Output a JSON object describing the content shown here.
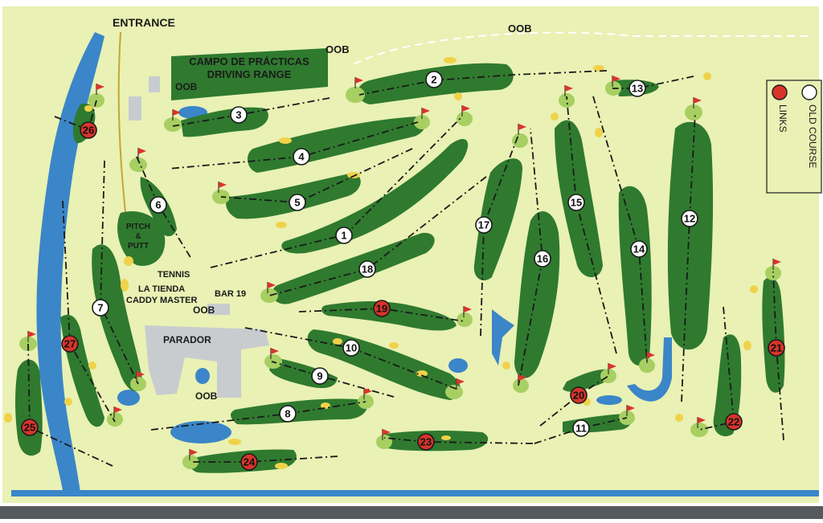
{
  "map": {
    "colors": {
      "background": "#e9f1b4",
      "fairway": "#2f7a2f",
      "green": "#a7cf62",
      "bunker": "#f0d24a",
      "water": "#3b86c8",
      "buildings": "#c9cccf",
      "old_course_marker": "#ffffff",
      "links_marker": "#d8342b"
    },
    "labels": {
      "entrance": "ENTRANCE",
      "oob": "OOB",
      "driving_range_es": "CAMPO DE PRÁCTICAS",
      "driving_range_en": "DRIVING RANGE",
      "pitch_1": "PITCH",
      "pitch_2": "&",
      "pitch_3": "PUTT",
      "tennis": "TENNIS",
      "tienda": "LA TIENDA",
      "caddy": "CADDY MASTER",
      "bar": "BAR 19",
      "parador": "PARADOR"
    },
    "legend": {
      "old_course": "OLD COURSE",
      "links": "LINKS"
    },
    "holes_old_course": [
      "1",
      "2",
      "3",
      "4",
      "5",
      "6",
      "7",
      "8",
      "9",
      "10",
      "11",
      "12",
      "13",
      "14",
      "15",
      "16",
      "17",
      "18"
    ],
    "holes_links": [
      "19",
      "20",
      "21",
      "22",
      "23",
      "24",
      "25",
      "26",
      "27"
    ]
  }
}
